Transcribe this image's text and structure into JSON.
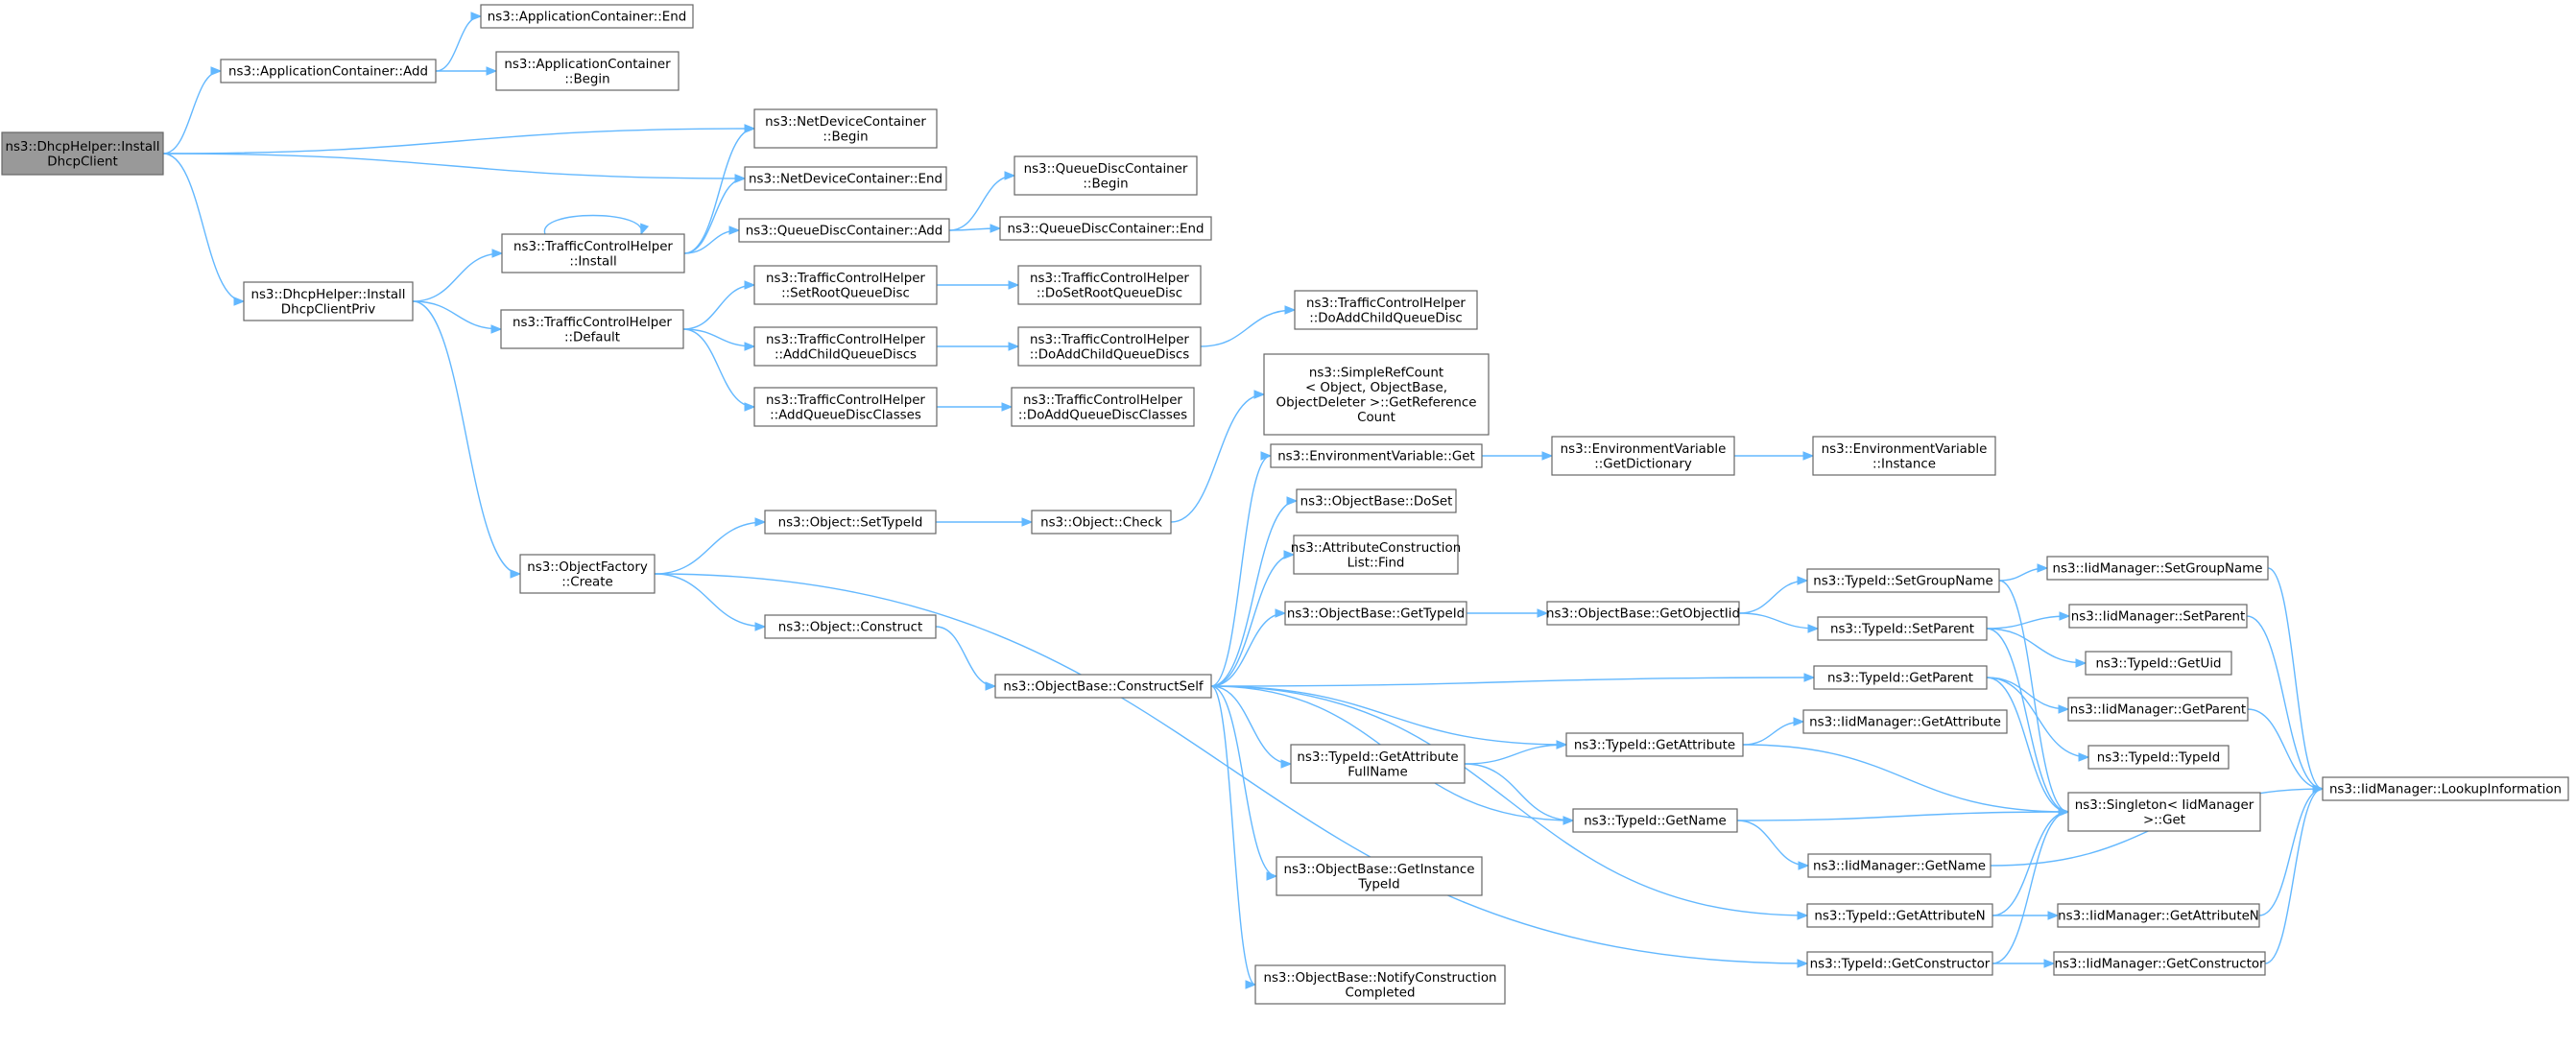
{
  "nodes": {
    "dhcp_install_client": {
      "lines": [
        "ns3::DhcpHelper::Install",
        "DhcpClient"
      ],
      "root": true
    },
    "app_add": {
      "lines": [
        "ns3::ApplicationContainer::Add"
      ]
    },
    "app_end": {
      "lines": [
        "ns3::ApplicationContainer::End"
      ]
    },
    "app_begin": {
      "lines": [
        "ns3::ApplicationContainer",
        "::Begin"
      ]
    },
    "ndc_begin": {
      "lines": [
        "ns3::NetDeviceContainer",
        "::Begin"
      ]
    },
    "ndc_end": {
      "lines": [
        "ns3::NetDeviceContainer::End"
      ]
    },
    "tch_install": {
      "lines": [
        "ns3::TrafficControlHelper",
        "::Install"
      ]
    },
    "qdc_add": {
      "lines": [
        "ns3::QueueDiscContainer::Add"
      ]
    },
    "qdc_begin": {
      "lines": [
        "ns3::QueueDiscContainer",
        "::Begin"
      ]
    },
    "qdc_end": {
      "lines": [
        "ns3::QueueDiscContainer::End"
      ]
    },
    "dhcp_install_priv": {
      "lines": [
        "ns3::DhcpHelper::Install",
        "DhcpClientPriv"
      ]
    },
    "tch_default": {
      "lines": [
        "ns3::TrafficControlHelper",
        "::Default"
      ]
    },
    "tch_setroot": {
      "lines": [
        "ns3::TrafficControlHelper",
        "::SetRootQueueDisc"
      ]
    },
    "tch_dosetroot": {
      "lines": [
        "ns3::TrafficControlHelper",
        "::DoSetRootQueueDisc"
      ]
    },
    "tch_addchild": {
      "lines": [
        "ns3::TrafficControlHelper",
        "::AddChildQueueDiscs"
      ]
    },
    "tch_doaddchild": {
      "lines": [
        "ns3::TrafficControlHelper",
        "::DoAddChildQueueDiscs"
      ]
    },
    "tch_doaddchild1": {
      "lines": [
        "ns3::TrafficControlHelper",
        "::DoAddChildQueueDisc"
      ]
    },
    "tch_addclasses": {
      "lines": [
        "ns3::TrafficControlHelper",
        "::AddQueueDiscClasses"
      ]
    },
    "tch_doaddclasses": {
      "lines": [
        "ns3::TrafficControlHelper",
        "::DoAddQueueDiscClasses"
      ]
    },
    "src_getref": {
      "lines": [
        "ns3::SimpleRefCount",
        "< Object, ObjectBase,",
        "ObjectDeleter >::GetReference",
        "Count"
      ]
    },
    "env_get": {
      "lines": [
        "ns3::EnvironmentVariable::Get"
      ]
    },
    "env_getdict": {
      "lines": [
        "ns3::EnvironmentVariable",
        "::GetDictionary"
      ]
    },
    "env_instance": {
      "lines": [
        "ns3::EnvironmentVariable",
        "::Instance"
      ]
    },
    "ob_doset": {
      "lines": [
        "ns3::ObjectBase::DoSet"
      ]
    },
    "acl_find": {
      "lines": [
        "ns3::AttributeConstruction",
        "List::Find"
      ]
    },
    "of_create": {
      "lines": [
        "ns3::ObjectFactory",
        "::Create"
      ]
    },
    "obj_settypeid": {
      "lines": [
        "ns3::Object::SetTypeId"
      ]
    },
    "obj_check": {
      "lines": [
        "ns3::Object::Check"
      ]
    },
    "obj_construct": {
      "lines": [
        "ns3::Object::Construct"
      ]
    },
    "ob_constructself": {
      "lines": [
        "ns3::ObjectBase::ConstructSelf"
      ]
    },
    "ob_gettypeid": {
      "lines": [
        "ns3::ObjectBase::GetTypeId"
      ]
    },
    "ob_getobjectiid": {
      "lines": [
        "ns3::ObjectBase::GetObjectIid"
      ]
    },
    "tid_setgroupname": {
      "lines": [
        "ns3::TypeId::SetGroupName"
      ]
    },
    "iid_setgroupname": {
      "lines": [
        "ns3::IidManager::SetGroupName"
      ]
    },
    "tid_setparent": {
      "lines": [
        "ns3::TypeId::SetParent"
      ]
    },
    "iid_setparent": {
      "lines": [
        "ns3::IidManager::SetParent"
      ]
    },
    "tid_getuid": {
      "lines": [
        "ns3::TypeId::GetUid"
      ]
    },
    "tid_getparent": {
      "lines": [
        "ns3::TypeId::GetParent"
      ]
    },
    "iid_getparent": {
      "lines": [
        "ns3::IidManager::GetParent"
      ]
    },
    "tid_typeid": {
      "lines": [
        "ns3::TypeId::TypeId"
      ]
    },
    "iid_lookup": {
      "lines": [
        "ns3::IidManager::LookupInformation"
      ]
    },
    "tid_getattrfullname": {
      "lines": [
        "ns3::TypeId::GetAttribute",
        "FullName"
      ]
    },
    "tid_getattribute": {
      "lines": [
        "ns3::TypeId::GetAttribute"
      ]
    },
    "iid_getattribute": {
      "lines": [
        "ns3::IidManager::GetAttribute"
      ]
    },
    "singleton_get": {
      "lines": [
        "ns3::Singleton< IidManager",
        ">::Get"
      ]
    },
    "tid_getname": {
      "lines": [
        "ns3::TypeId::GetName"
      ]
    },
    "iid_getname": {
      "lines": [
        "ns3::IidManager::GetName"
      ]
    },
    "ob_getinstancetypeid": {
      "lines": [
        "ns3::ObjectBase::GetInstance",
        "TypeId"
      ]
    },
    "tid_getattributen": {
      "lines": [
        "ns3::TypeId::GetAttributeN"
      ]
    },
    "iid_getattributen": {
      "lines": [
        "ns3::IidManager::GetAttributeN"
      ]
    },
    "ob_notify": {
      "lines": [
        "ns3::ObjectBase::NotifyConstruction",
        "Completed"
      ]
    },
    "tid_getconstructor": {
      "lines": [
        "ns3::TypeId::GetConstructor"
      ]
    },
    "iid_getconstructor": {
      "lines": [
        "ns3::IidManager::GetConstructor"
      ]
    }
  },
  "edges": [
    [
      "dhcp_install_client",
      "app_add"
    ],
    [
      "app_add",
      "app_end"
    ],
    [
      "app_add",
      "app_begin"
    ],
    [
      "dhcp_install_client",
      "ndc_begin"
    ],
    [
      "dhcp_install_client",
      "ndc_end"
    ],
    [
      "dhcp_install_client",
      "dhcp_install_priv"
    ],
    [
      "dhcp_install_priv",
      "tch_install"
    ],
    [
      "dhcp_install_priv",
      "tch_default"
    ],
    [
      "dhcp_install_priv",
      "of_create"
    ],
    [
      "tch_install",
      "tch_install"
    ],
    [
      "tch_install",
      "ndc_begin"
    ],
    [
      "tch_install",
      "ndc_end"
    ],
    [
      "tch_install",
      "qdc_add"
    ],
    [
      "qdc_add",
      "qdc_begin"
    ],
    [
      "qdc_add",
      "qdc_end"
    ],
    [
      "tch_default",
      "tch_setroot"
    ],
    [
      "tch_default",
      "tch_addchild"
    ],
    [
      "tch_default",
      "tch_addclasses"
    ],
    [
      "tch_setroot",
      "tch_dosetroot"
    ],
    [
      "tch_addchild",
      "tch_doaddchild"
    ],
    [
      "tch_doaddchild",
      "tch_doaddchild1"
    ],
    [
      "tch_addclasses",
      "tch_doaddclasses"
    ],
    [
      "of_create",
      "obj_settypeid"
    ],
    [
      "of_create",
      "obj_construct"
    ],
    [
      "of_create",
      "tid_getconstructor"
    ],
    [
      "obj_settypeid",
      "obj_check"
    ],
    [
      "obj_check",
      "src_getref"
    ],
    [
      "obj_construct",
      "ob_constructself"
    ],
    [
      "ob_constructself",
      "env_get"
    ],
    [
      "ob_constructself",
      "ob_doset"
    ],
    [
      "ob_constructself",
      "acl_find"
    ],
    [
      "ob_constructself",
      "ob_gettypeid"
    ],
    [
      "ob_constructself",
      "tid_getparent"
    ],
    [
      "ob_constructself",
      "tid_getattribute"
    ],
    [
      "ob_constructself",
      "tid_getattrfullname"
    ],
    [
      "ob_constructself",
      "tid_getname"
    ],
    [
      "ob_constructself",
      "ob_getinstancetypeid"
    ],
    [
      "ob_constructself",
      "tid_getattributen"
    ],
    [
      "ob_constructself",
      "ob_notify"
    ],
    [
      "env_get",
      "env_getdict"
    ],
    [
      "env_getdict",
      "env_instance"
    ],
    [
      "ob_gettypeid",
      "ob_getobjectiid"
    ],
    [
      "ob_getobjectiid",
      "tid_setgroupname"
    ],
    [
      "ob_getobjectiid",
      "tid_setparent"
    ],
    [
      "tid_setgroupname",
      "iid_setgroupname"
    ],
    [
      "tid_setgroupname",
      "singleton_get"
    ],
    [
      "tid_setparent",
      "iid_setparent"
    ],
    [
      "tid_setparent",
      "tid_getuid"
    ],
    [
      "tid_setparent",
      "singleton_get"
    ],
    [
      "tid_getparent",
      "iid_getparent"
    ],
    [
      "tid_getparent",
      "tid_typeid"
    ],
    [
      "tid_getparent",
      "singleton_get"
    ],
    [
      "iid_setgroupname",
      "iid_lookup"
    ],
    [
      "iid_setparent",
      "iid_lookup"
    ],
    [
      "iid_getparent",
      "iid_lookup"
    ],
    [
      "tid_getattrfullname",
      "tid_getattribute"
    ],
    [
      "tid_getattrfullname",
      "tid_getname"
    ],
    [
      "tid_getattribute",
      "iid_getattribute"
    ],
    [
      "tid_getattribute",
      "singleton_get"
    ],
    [
      "tid_getname",
      "singleton_get"
    ],
    [
      "tid_getname",
      "iid_getname"
    ],
    [
      "iid_getname",
      "iid_lookup"
    ],
    [
      "tid_getattributen",
      "singleton_get"
    ],
    [
      "tid_getattributen",
      "iid_getattributen"
    ],
    [
      "iid_getattributen",
      "iid_lookup"
    ],
    [
      "tid_getconstructor",
      "singleton_get"
    ],
    [
      "tid_getconstructor",
      "iid_getconstructor"
    ],
    [
      "iid_getconstructor",
      "iid_lookup"
    ]
  ]
}
